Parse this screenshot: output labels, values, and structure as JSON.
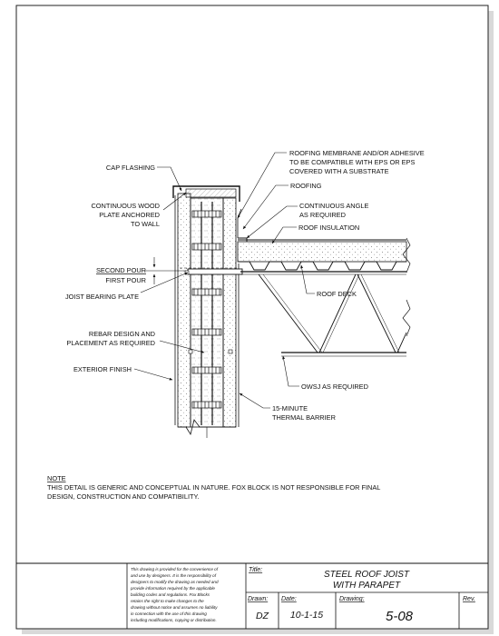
{
  "drawing": {
    "labels": {
      "cap_flashing": "CAP FLASHING",
      "wood_plate_1": "CONTINUOUS WOOD",
      "wood_plate_2": "PLATE ANCHORED",
      "wood_plate_3": "TO WALL",
      "second_pour": "SECOND POUR",
      "first_pour": "FIRST POUR",
      "joist_bearing": "JOIST BEARING PLATE",
      "rebar_1": "REBAR DESIGN AND",
      "rebar_2": "PLACEMENT AS REQUIRED",
      "exterior_finish": "EXTERIOR FINISH",
      "membrane_1": "ROOFING MEMBRANE AND/OR ADHESIVE",
      "membrane_2": "TO BE COMPATIBLE WITH EPS OR EPS",
      "membrane_3": "COVERED WITH A SUBSTRATE",
      "roofing": "ROOFING",
      "angle_1": "CONTINUOUS ANGLE",
      "angle_2": "AS REQUIRED",
      "roof_insulation": "ROOF INSULATION",
      "roof_deck": "ROOF DECK",
      "owsj": "OWSJ AS REQUIRED",
      "thermal_1": "15-MINUTE",
      "thermal_2": "THERMAL BARRIER"
    },
    "note": {
      "heading": "NOTE",
      "line1": "THIS DETAIL IS GENERIC AND CONCEPTUAL IN NATURE. FOX BLOCK IS NOT RESPONSIBLE FOR FINAL",
      "line2": "DESIGN, CONSTRUCTION AND COMPATIBILITY."
    }
  },
  "title_block": {
    "disclaimer": [
      "This drawing is provided for the convenience of",
      "and use by designers.  It is the responsibility of",
      "designers to modify the drawing as needed and",
      "provide information required by the applicable",
      "building codes and regulations.  Fox Blocks",
      "retains the right to make changes to the",
      "drawing without notice and assumes no liability",
      "in connection with the use of this drawing",
      "including modifications, copying or distribution."
    ],
    "title_label": "Title:",
    "title_line1": "STEEL ROOF JOIST",
    "title_line2": "WITH PARAPET",
    "drawn_label": "Drawn:",
    "drawn_value": "DZ",
    "date_label": "Date:",
    "date_value": "10-1-15",
    "drawing_label": "Drawing:",
    "drawing_value": "5-08",
    "rev_label": "Rev."
  }
}
